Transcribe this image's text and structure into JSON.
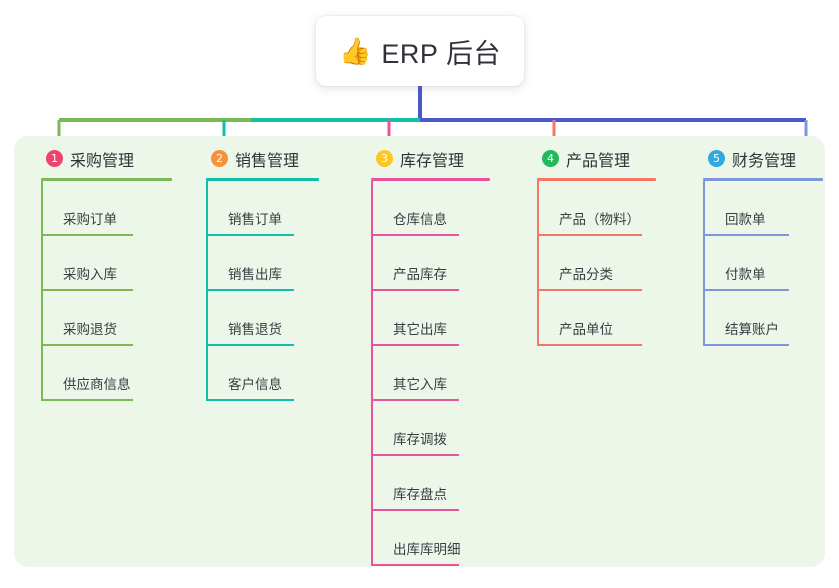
{
  "root": {
    "icon": "thumbs-up-icon",
    "icon_glyph": "👍",
    "title": "ERP 后台"
  },
  "palette": {
    "panel_bg": "#edf7e9",
    "page_bg": "#ffffff",
    "root_line": "#4a58c8",
    "col1_line": "#7cb954",
    "col2_line": "#11bfa7",
    "col3_line": "#e8539e",
    "col4_line": "#f4766b",
    "col5_line": "#7f96d8",
    "badge1": "#f0426e",
    "badge2": "#f79239",
    "badge3": "#ffc81f",
    "badge4": "#21b95b",
    "badge5": "#2eaae0"
  },
  "columns": [
    {
      "index": "1",
      "badge_color": "#f0426e",
      "line_color": "#7cb954",
      "title": "采购管理",
      "items": [
        "采购订单",
        "采购入库",
        "采购退货",
        "供应商信息"
      ]
    },
    {
      "index": "2",
      "badge_color": "#f79239",
      "line_color": "#11bfa7",
      "title": "销售管理",
      "items": [
        "销售订单",
        "销售出库",
        "销售退货",
        "客户信息"
      ]
    },
    {
      "index": "3",
      "badge_color": "#ffc81f",
      "line_color": "#e8539e",
      "title": "库存管理",
      "items": [
        "仓库信息",
        "产品库存",
        "其它出库",
        "其它入库",
        "库存调拨",
        "库存盘点",
        "出库库明细"
      ]
    },
    {
      "index": "4",
      "badge_color": "#21b95b",
      "line_color": "#f4766b",
      "title": "产品管理",
      "items": [
        "产品（物料）",
        "产品分类",
        "产品单位"
      ]
    },
    {
      "index": "5",
      "badge_color": "#2eaae0",
      "line_color": "#7f96d8",
      "title": "财务管理",
      "items": [
        "回款单",
        "付款单",
        "结算账户"
      ]
    }
  ]
}
